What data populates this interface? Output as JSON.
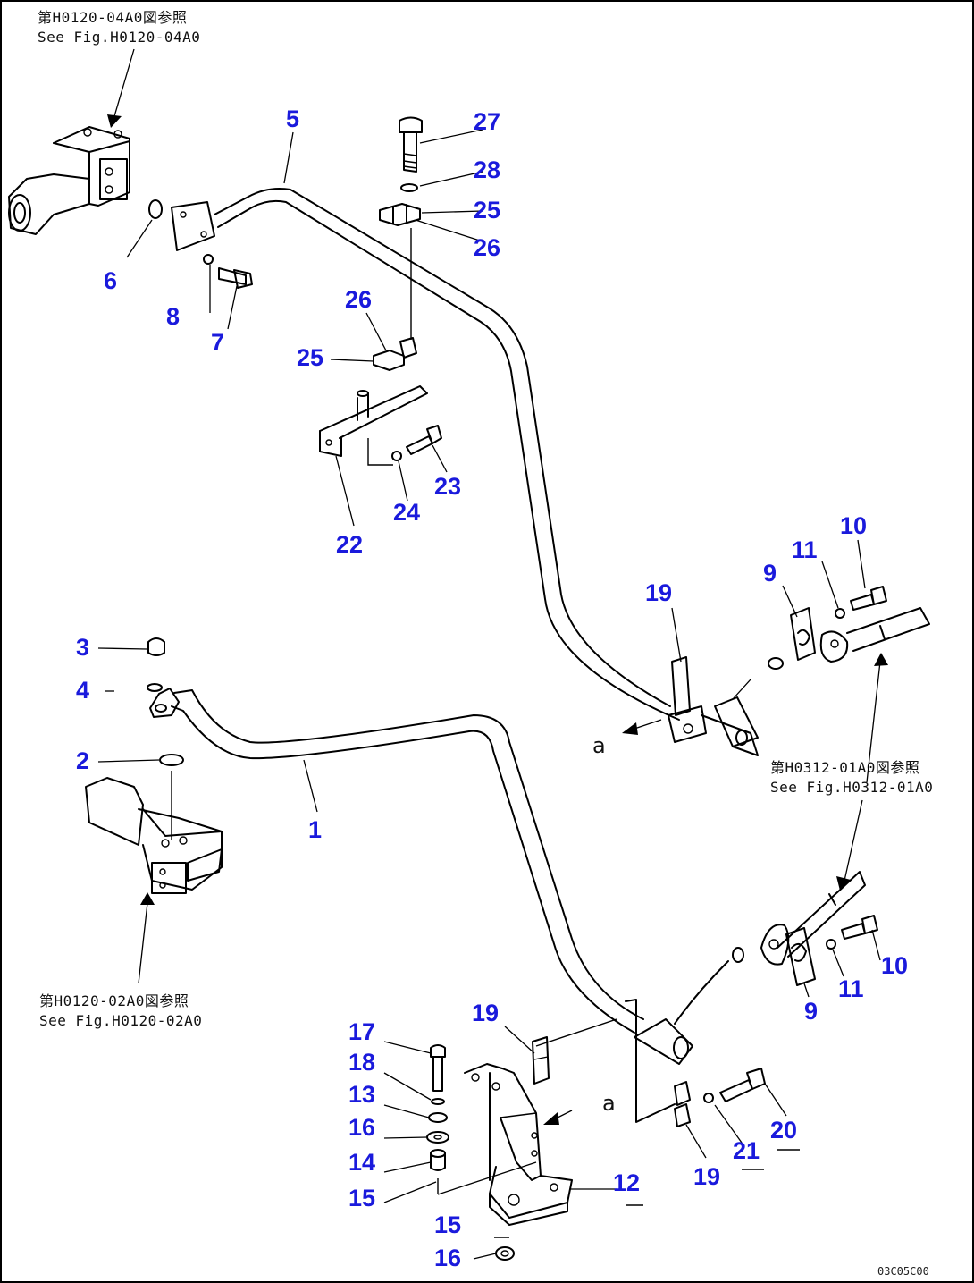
{
  "references": [
    {
      "line1": "第H0120-04A0図参照",
      "line2": "See Fig.H0120-04A0"
    },
    {
      "line1": "第H0312-01A0図参照",
      "line2": "See Fig.H0312-01A0"
    },
    {
      "line1": "第H0120-02A0図参照",
      "line2": "See Fig.H0120-02A0"
    }
  ],
  "view_letter": "a",
  "drawing_code": "03C05C00",
  "labels": [
    "5",
    "27",
    "28",
    "25",
    "26",
    "6",
    "8",
    "7",
    "26",
    "25",
    "23",
    "24",
    "22",
    "19",
    "11",
    "10",
    "9",
    "3",
    "4",
    "2",
    "1",
    "10",
    "11",
    "9",
    "19",
    "17",
    "18",
    "13",
    "16",
    "14",
    "15",
    "15",
    "16",
    "12",
    "19",
    "21",
    "20"
  ]
}
